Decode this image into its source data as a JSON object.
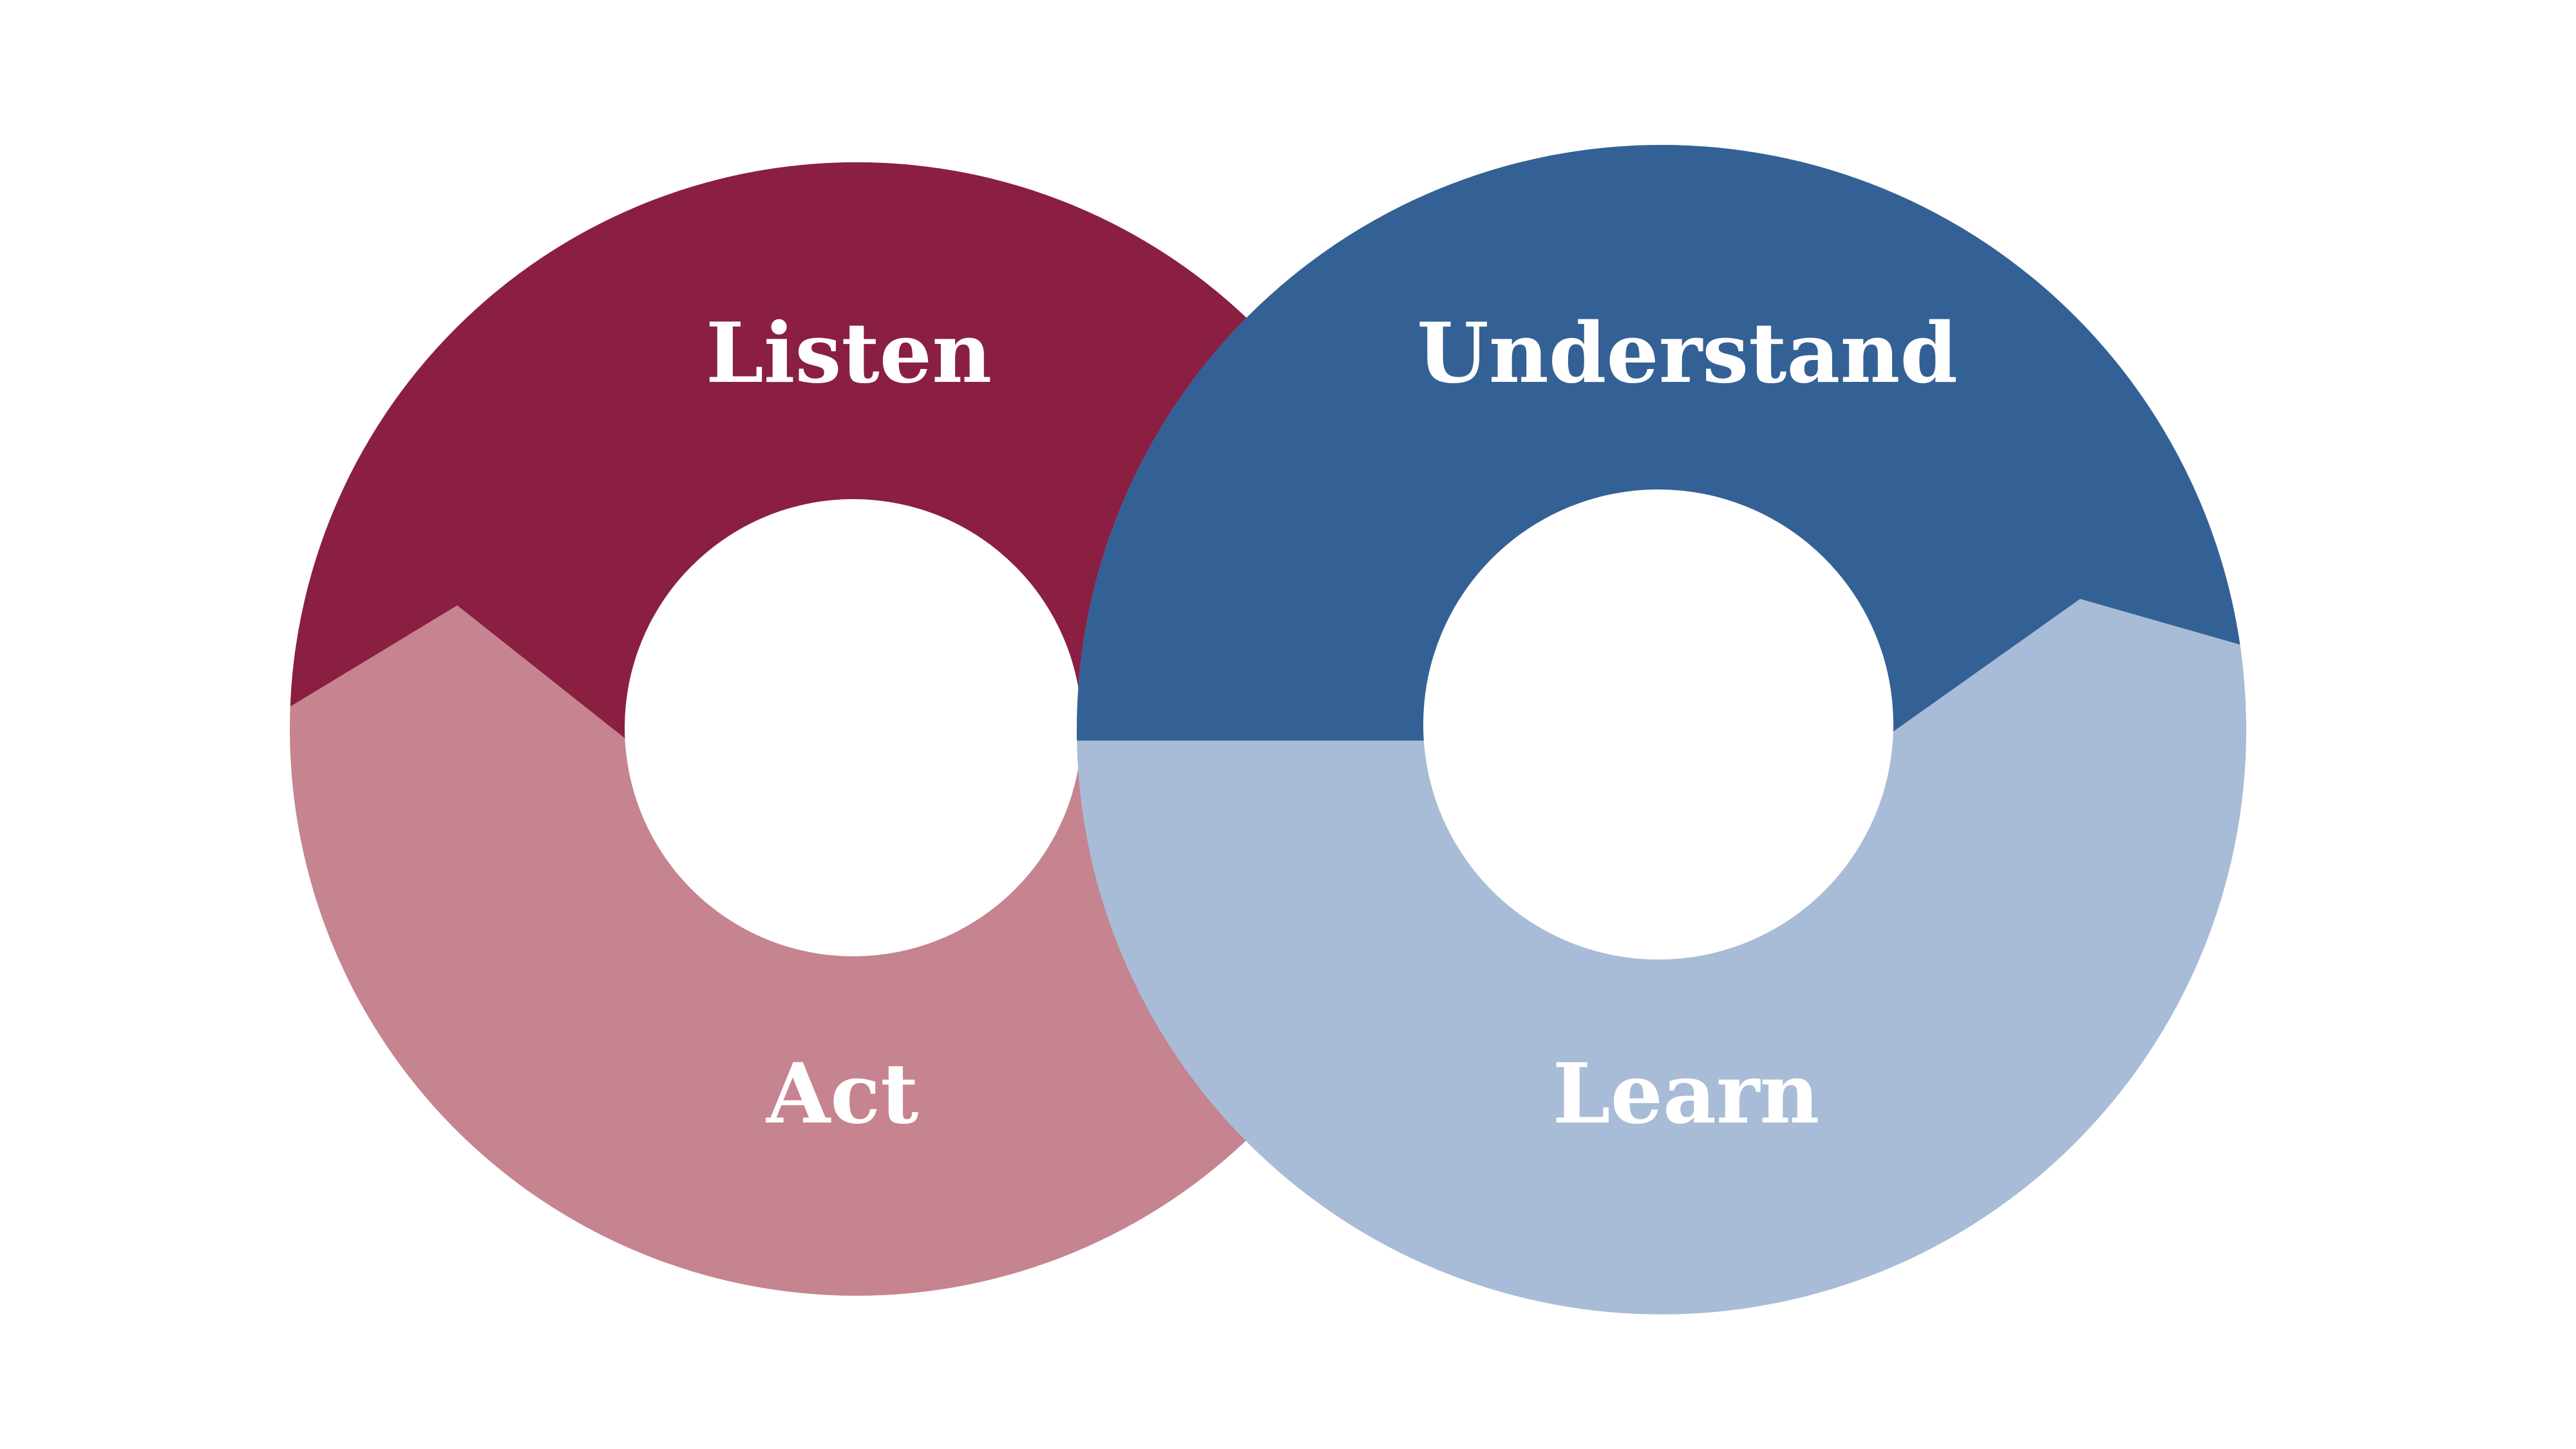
{
  "diagram": {
    "labels": {
      "listen": "Listen",
      "understand": "Understand",
      "act": "Act",
      "learn": "Learn"
    },
    "colors": {
      "listen": "#8A1F41",
      "act": "#C58490",
      "understand": "#336195",
      "learn": "#A8BCD7",
      "background": "#FFFFFF"
    }
  }
}
